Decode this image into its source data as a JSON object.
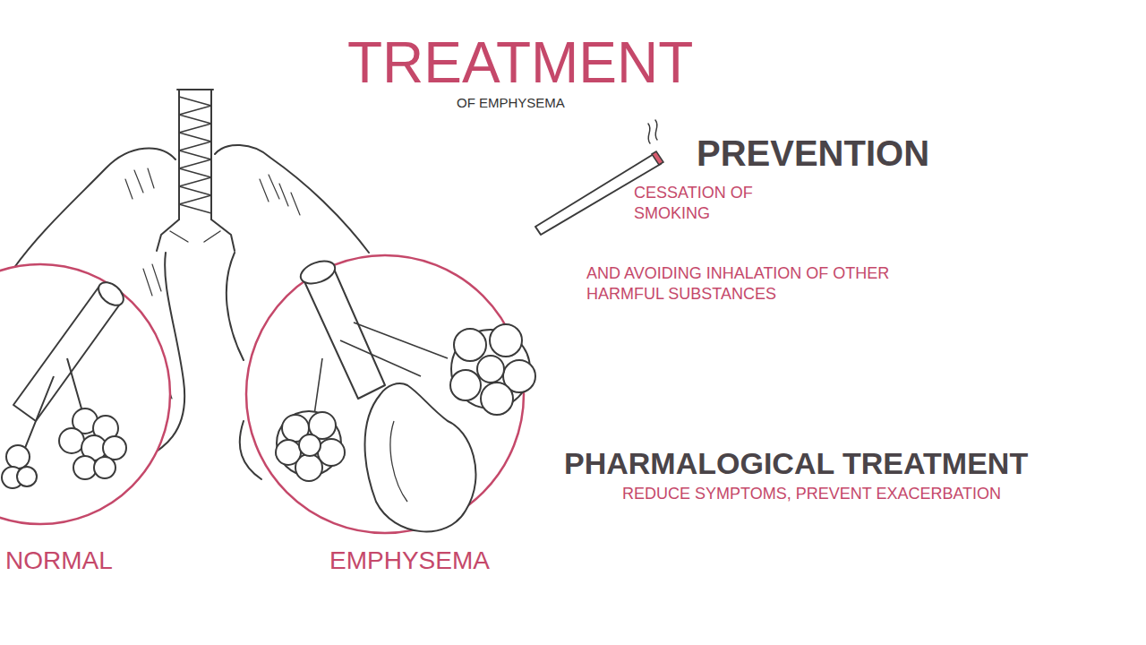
{
  "diagram": {
    "title": "TREATMENT",
    "labels": [
      "OF EMPHYSEMA",
      "PREVENTION",
      "CESSATION OF SMOKING",
      "AND AVOIDING INHALATION OF OTHER HARMFUL SUBSTANCES",
      "PHARMALOGICAL TREATMENT",
      "REDUCE SYMPTOMS, PREVENT EXACERBATION",
      "NORMAL",
      "EMPHYSEMA"
    ]
  }
}
